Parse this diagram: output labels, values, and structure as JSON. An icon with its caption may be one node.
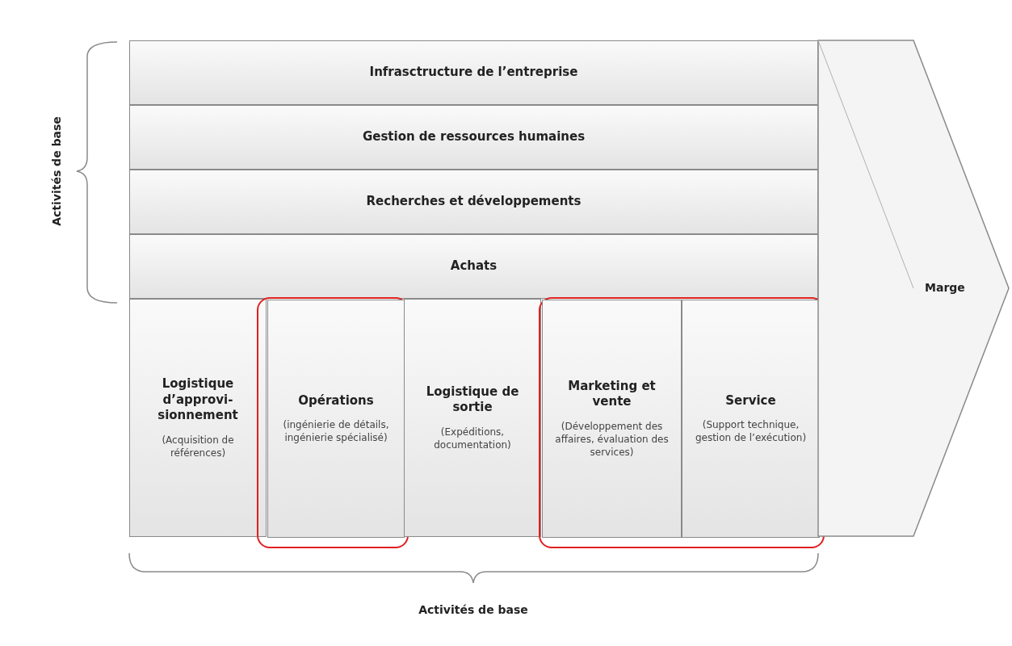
{
  "diagram": {
    "nodes": [
      {
        "text": [
          "Infrasctructure de l’entreprise"
        ]
      },
      {
        "text": [
          "Gestion de ressources humaines"
        ]
      },
      {
        "text": [
          "Recherches et développements"
        ]
      },
      {
        "text": [
          "Achats"
        ]
      },
      {
        "text": [
          "Logistique d’approvi-sionnement",
          "(Acquisition de références)"
        ]
      },
      {
        "text": [],
        "shape": "box"
      },
      {
        "text": [
          "Opérations",
          "(ingénierie de détails, ingénierie spécialisé)"
        ],
        "in": 5
      },
      {
        "text": [
          "Logistique de sortie",
          "(Expéditions, documentation)"
        ]
      },
      {
        "text": [],
        "shape": "box"
      },
      {
        "text": [
          "Marketing et vente",
          "(Développement des affaires, évaluation des services)"
        ],
        "in": 8
      },
      {
        "text": [
          "Service",
          "(Support technique, gestion de l’exécution)"
        ],
        "in": 8
      },
      {
        "text": [
          "Marge"
        ]
      }
    ],
    "edges": [],
    "labels": [
      "Activités de base",
      "Activités de base"
    ]
  }
}
